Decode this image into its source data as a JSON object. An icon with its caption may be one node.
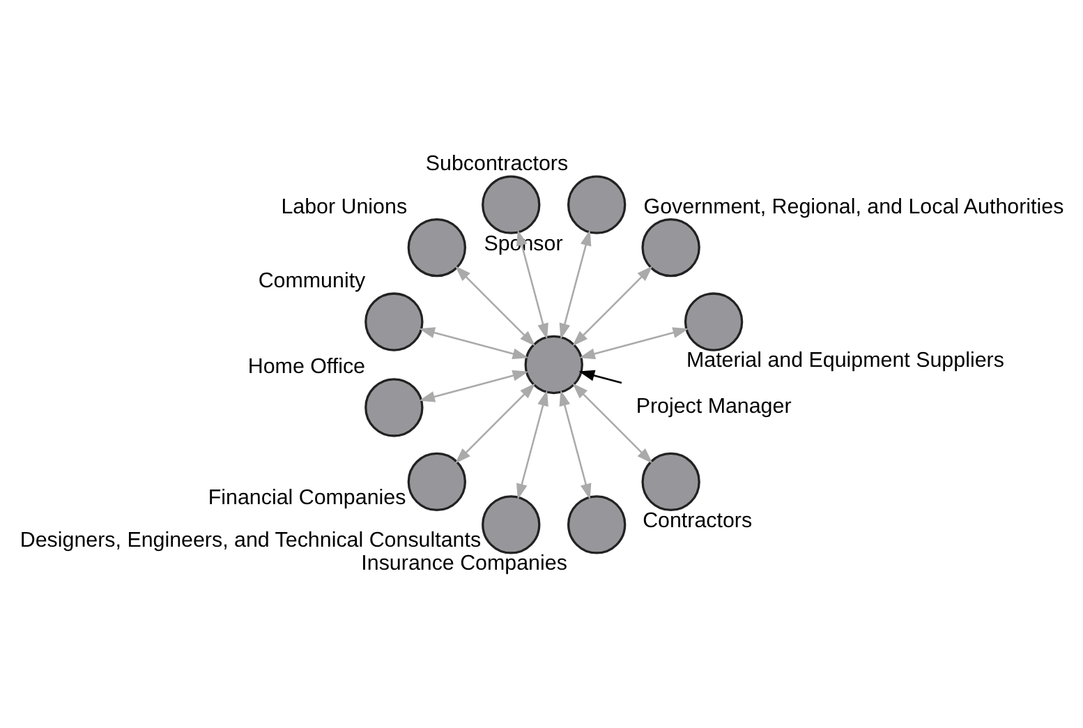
{
  "diagram": {
    "nodes": [
      {
        "text": [
          "Material and Equipment Suppliers"
        ]
      },
      {
        "text": [
          "Government, Regional, and Local Authorities"
        ]
      },
      {
        "text": [
          "Subcontractors"
        ]
      },
      {
        "text": [
          "Sponsor"
        ]
      },
      {
        "text": [
          "Labor Unions"
        ]
      },
      {
        "text": [
          "Project Manager"
        ]
      },
      {
        "text": [],
        "shape": "circle"
      },
      {
        "text": [
          "Community"
        ]
      },
      {
        "text": [
          "Home Office"
        ]
      },
      {
        "text": [
          "Financial Companies"
        ]
      },
      {
        "text": [
          "Designers, Engineers, and Technical Consultants"
        ]
      },
      {
        "text": [
          "Insurance Companies"
        ]
      },
      {
        "text": [
          "Contractors"
        ]
      }
    ],
    "edges": [
      {
        "from": 5,
        "to": 6,
        "arrow": "to",
        "color": "#000000"
      },
      {
        "from": 6,
        "to": 0,
        "arrow": "both"
      },
      {
        "from": 6,
        "to": 1,
        "arrow": "both"
      },
      {
        "from": 6,
        "to": 2,
        "arrow": "both"
      },
      {
        "from": 6,
        "to": 3,
        "arrow": "both"
      },
      {
        "from": 6,
        "to": 4,
        "arrow": "both"
      },
      {
        "from": 6,
        "to": 7,
        "arrow": "both"
      },
      {
        "from": 6,
        "to": 8,
        "arrow": "both"
      },
      {
        "from": 6,
        "to": 9,
        "arrow": "both"
      },
      {
        "from": 6,
        "to": 10,
        "arrow": "both"
      },
      {
        "from": 6,
        "to": 11,
        "arrow": "both"
      },
      {
        "from": 6,
        "to": 12,
        "arrow": "both"
      }
    ]
  }
}
